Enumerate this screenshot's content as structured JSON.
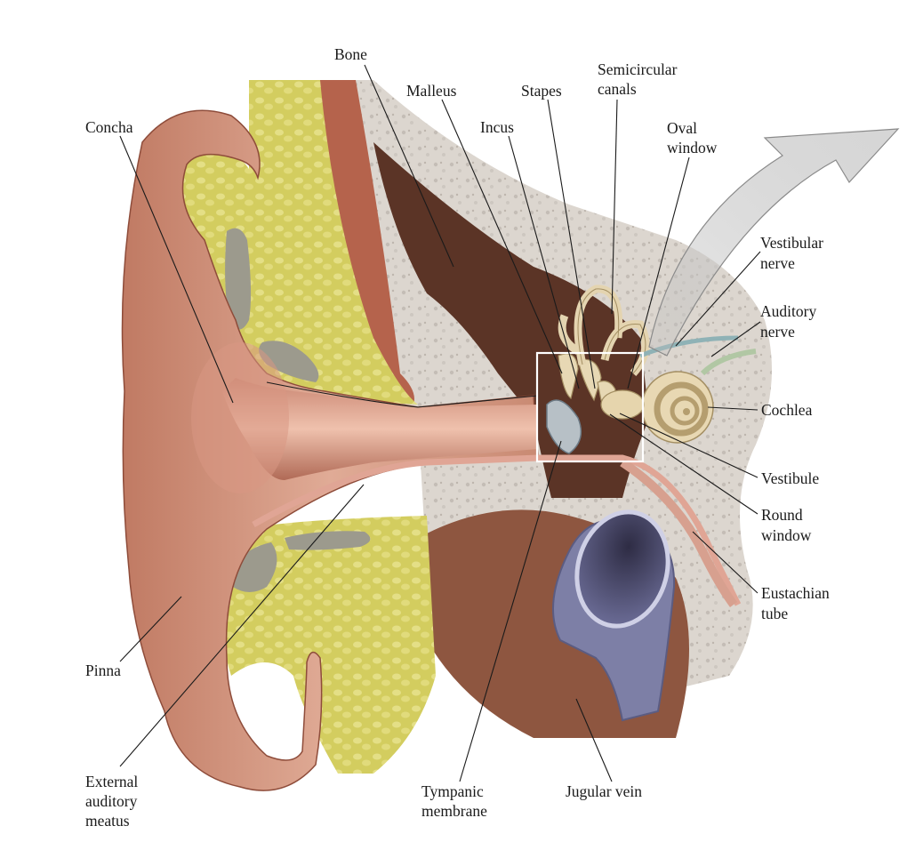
{
  "diagram": {
    "labels": {
      "bone": "Bone",
      "malleus": "Malleus",
      "stapes": "Stapes",
      "semicircular_canals": [
        "Semicircular",
        "canals"
      ],
      "concha": "Concha",
      "incus": "Incus",
      "oval_window": [
        "Oval",
        "window"
      ],
      "vestibular_nerve": [
        "Vestibular",
        "nerve"
      ],
      "auditory_nerve": [
        "Auditory",
        "nerve"
      ],
      "cochlea": "Cochlea",
      "vestibule": "Vestibule",
      "round_window": [
        "Round",
        "window"
      ],
      "eustachian_tube": [
        "Eustachian",
        "tube"
      ],
      "pinna": "Pinna",
      "external_auditory_meatus": [
        "External",
        "auditory",
        "meatus"
      ],
      "tympanic_membrane": [
        "Tympanic",
        "membrane"
      ],
      "jugular_vein": "Jugular vein"
    },
    "colors": {
      "skin": "#d8a08a",
      "skin_shadow": "#b57460",
      "fat": "#d2cc5e",
      "bone": "#dcd6cf",
      "cavity": "#5b3426",
      "muscle": "#9a5a43",
      "vein": "#7d7fa6",
      "ossicle": "#e7d8b4",
      "arrow": "#c9c9c9"
    }
  }
}
